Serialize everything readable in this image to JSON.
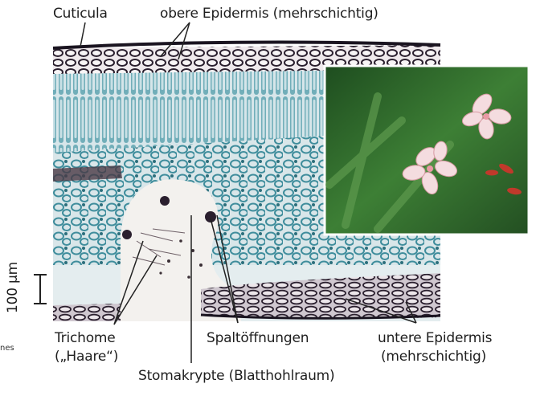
{
  "labels": {
    "cuticula": "Cuticula",
    "obere_epidermis": "obere Epidermis (mehrschichtig)",
    "trichome_line1": "Trichome",
    "trichome_line2": "(„Haare“)",
    "spaltoeffnungen": "Spaltöffnungen",
    "untere_epidermis_line1": "untere Epidermis",
    "untere_epidermis_line2": "(mehrschichtig)",
    "stomakrypte": "Stomakrypte (Blatthohlraum)",
    "scale_bar": "100 µm",
    "edge_fragment": "nes"
  },
  "colors": {
    "tissue_stain": "#3f8d9c",
    "cell_wall_dark": "#2a1f2e",
    "cuticle": "#1a1420",
    "cavity": "#f3f1ee",
    "photo_green": "#2f6e2e",
    "flower_pink": "#f4dcdf"
  },
  "inset": {
    "subject": "oleander-flowers-photo"
  }
}
